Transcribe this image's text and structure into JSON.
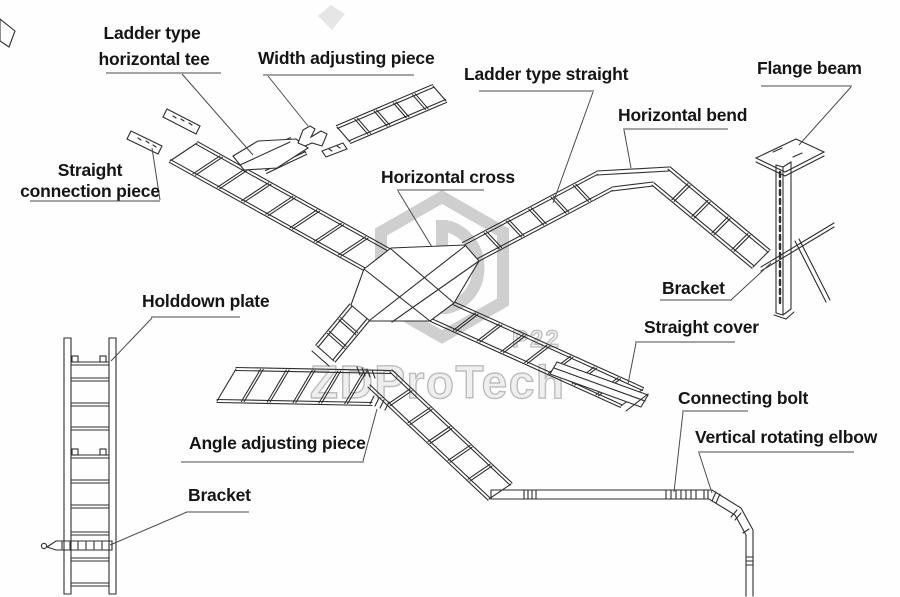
{
  "diagram": {
    "labels": {
      "tee_line1": "Ladder type",
      "tee_line2": "horizontal tee",
      "width_piece": "Width adjusting piece",
      "ladder_straight": "Ladder type straight",
      "horizontal_bend": "Horizontal bend",
      "flange_beam": "Flange beam",
      "conn_line1": "Straight",
      "conn_line2": "connection piece",
      "horizontal_cross": "Horizontal cross",
      "holddown_plate": "Holddown plate",
      "bracket_right": "Bracket",
      "straight_cover": "Straight cover",
      "connecting_bolt": "Connecting bolt",
      "vertical_elbow": "Vertical rotating elbow",
      "angle_piece": "Angle adjusting piece",
      "bracket_left": "Bracket"
    },
    "watermark": {
      "brand": "ZDProTech",
      "tag": "P22"
    },
    "colors": {
      "line_art": "#2e2e2e",
      "label_text": "#151515",
      "watermark_gray": "#bdbdbd",
      "background": "#ffffff"
    }
  }
}
